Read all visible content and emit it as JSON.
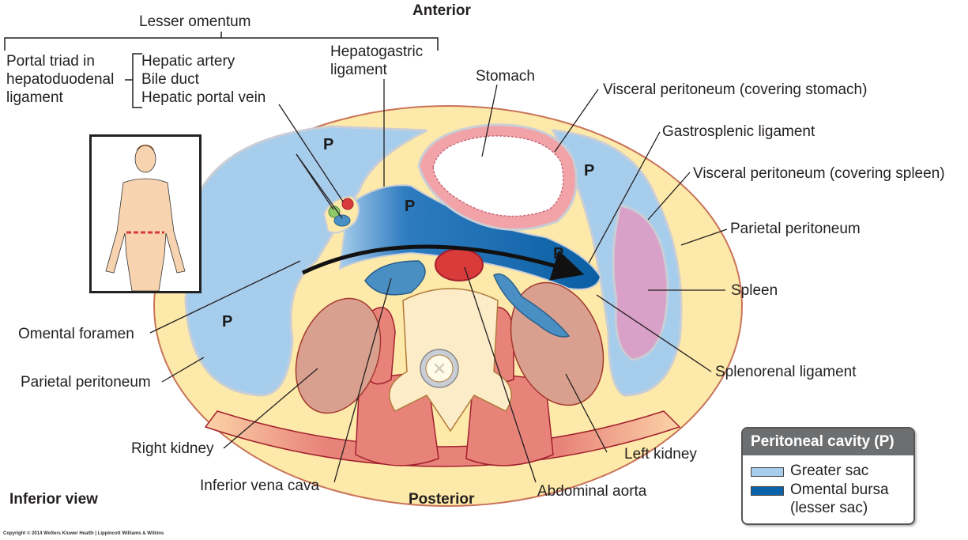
{
  "orientation": {
    "anterior": "Anterior",
    "posterior": "Posterior",
    "view": "Inferior view"
  },
  "lesser_omentum": {
    "title": "Lesser omentum",
    "portal_triad": [
      "Portal triad in",
      "hepatoduodenal",
      "ligament"
    ],
    "triad_items": [
      "Hepatic artery",
      "Bile duct",
      "Hepatic portal vein"
    ],
    "hepatogastric": [
      "Hepatogastric",
      "ligament"
    ]
  },
  "labels": {
    "stomach": "Stomach",
    "visceral_stomach": "Visceral peritoneum (covering stomach)",
    "gastrosplenic": "Gastrosplenic ligament",
    "visceral_spleen": "Visceral peritoneum (covering spleen)",
    "parietal_right": "Parietal peritoneum",
    "spleen": "Spleen",
    "splenorenal": "Splenorenal ligament",
    "left_kidney": "Left kidney",
    "abdominal_aorta": "Abdominal aorta",
    "ivc": "Inferior vena cava",
    "right_kidney": "Right kidney",
    "parietal_left": "Parietal peritoneum",
    "omental_foramen": "Omental foramen"
  },
  "cavity_marker": "P",
  "legend": {
    "title": "Peritoneal cavity (P)",
    "items": [
      {
        "label": "Greater sac",
        "color": "#a7cdec"
      },
      {
        "label": "Omental bursa",
        "label2": "(lesser sac)",
        "color": "#0a63a8"
      }
    ]
  },
  "colors": {
    "fat": "#fde9a9",
    "greater_sac": "#a7cdec",
    "lesser_sac": "#0a63a8",
    "kidney": "#d9a08f",
    "muscle": "#e8837a",
    "aorta": "#d93a3a",
    "spleen": "#d9a0c8",
    "stomach_wall": "#f2a3a8",
    "bone": "#fdecc8"
  },
  "copyright": "Copyright © 2014 Wolters Kluwer Health | Lippincott Williams & Wilkins"
}
